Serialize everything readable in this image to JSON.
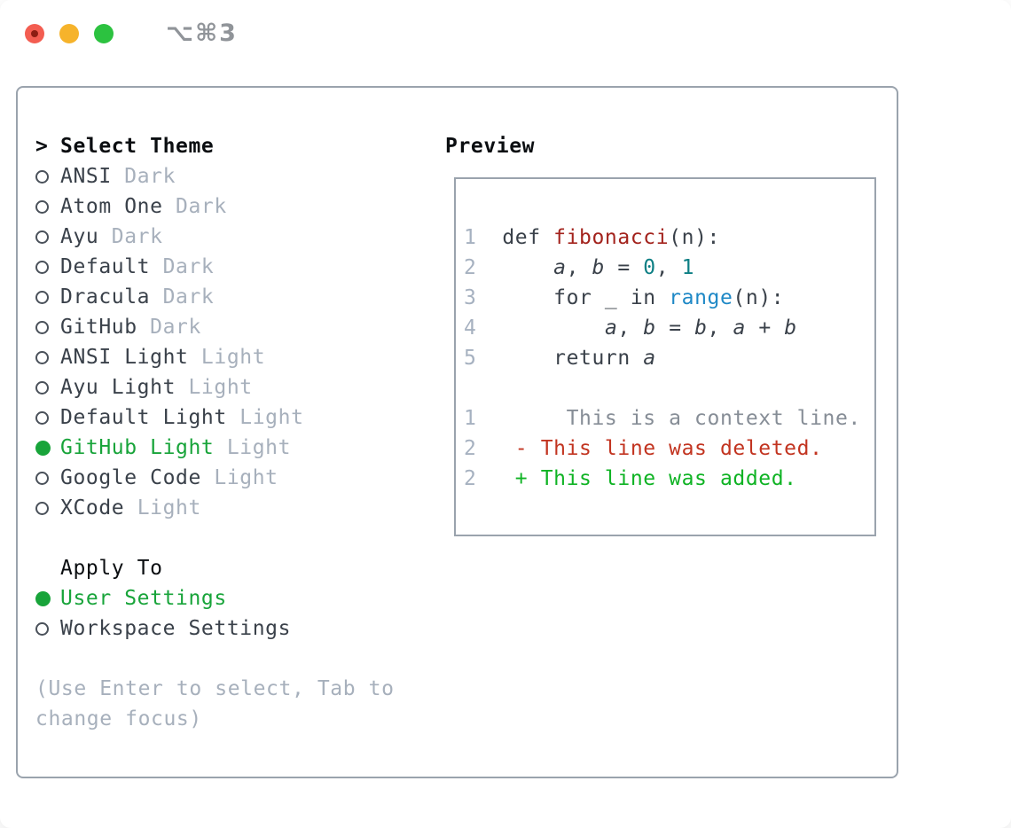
{
  "window": {
    "title": "⌥⌘3"
  },
  "colors": {
    "trafficRed": "#f35d51",
    "trafficRedDot": "#8c1d12",
    "trafficYellow": "#f6b32b",
    "trafficGreen": "#2cc240",
    "titleGray": "#909499",
    "borderGray": "#9aa3ad",
    "textDark": "#3a414a",
    "headerBlack": "#0b0e11",
    "mutedGray": "#a7b0bc",
    "circleOutline": "#4a515a",
    "selGreen": "#18a43a",
    "lineNum": "#a6b1c0",
    "funcRed": "#a3231d",
    "numTeal": "#0d7f84",
    "builtinBlue": "#1e88c6",
    "ctxGray": "#868d96",
    "delRed": "#c23420",
    "addGreen": "#0fb324"
  },
  "theme_list": {
    "cursor": ">",
    "header": "Select Theme",
    "items": [
      {
        "name": "ANSI",
        "variant": "Dark",
        "selected": false
      },
      {
        "name": "Atom One",
        "variant": "Dark",
        "selected": false
      },
      {
        "name": "Ayu",
        "variant": "Dark",
        "selected": false
      },
      {
        "name": "Default",
        "variant": "Dark",
        "selected": false
      },
      {
        "name": "Dracula",
        "variant": "Dark",
        "selected": false
      },
      {
        "name": "GitHub",
        "variant": "Dark",
        "selected": false
      },
      {
        "name": "ANSI Light",
        "variant": "Light",
        "selected": false
      },
      {
        "name": "Ayu Light",
        "variant": "Light",
        "selected": false
      },
      {
        "name": "Default Light",
        "variant": "Light",
        "selected": false
      },
      {
        "name": "GitHub Light",
        "variant": "Light",
        "selected": true
      },
      {
        "name": "Google Code",
        "variant": "Light",
        "selected": false
      },
      {
        "name": "XCode",
        "variant": "Light",
        "selected": false
      }
    ]
  },
  "apply_to": {
    "header": "Apply To",
    "items": [
      {
        "name": "User Settings",
        "selected": true
      },
      {
        "name": "Workspace Settings",
        "selected": false
      }
    ]
  },
  "help": {
    "line1": "(Use Enter to select, Tab to",
    "line2": "change focus)"
  },
  "preview": {
    "header": "Preview",
    "code_lines": [
      {
        "num": "1",
        "segs": [
          {
            "t": "  def ",
            "s": "plain"
          },
          {
            "t": "fibonacci",
            "s": "func"
          },
          {
            "t": "(n):",
            "s": "plain"
          }
        ]
      },
      {
        "num": "2",
        "segs": [
          {
            "t": "      ",
            "s": "plain"
          },
          {
            "t": "a",
            "s": "var"
          },
          {
            "t": ", ",
            "s": "plain"
          },
          {
            "t": "b",
            "s": "var"
          },
          {
            "t": " = ",
            "s": "plain"
          },
          {
            "t": "0",
            "s": "num"
          },
          {
            "t": ", ",
            "s": "plain"
          },
          {
            "t": "1",
            "s": "num"
          }
        ]
      },
      {
        "num": "3",
        "segs": [
          {
            "t": "      for _ in ",
            "s": "plain"
          },
          {
            "t": "range",
            "s": "builtin"
          },
          {
            "t": "(n):",
            "s": "plain"
          }
        ]
      },
      {
        "num": "4",
        "segs": [
          {
            "t": "          ",
            "s": "plain"
          },
          {
            "t": "a",
            "s": "var"
          },
          {
            "t": ", ",
            "s": "plain"
          },
          {
            "t": "b",
            "s": "var"
          },
          {
            "t": " = ",
            "s": "plain"
          },
          {
            "t": "b",
            "s": "var"
          },
          {
            "t": ", ",
            "s": "plain"
          },
          {
            "t": "a",
            "s": "var"
          },
          {
            "t": " + ",
            "s": "plain"
          },
          {
            "t": "b",
            "s": "var"
          }
        ]
      },
      {
        "num": "5",
        "segs": [
          {
            "t": "      return ",
            "s": "plain"
          },
          {
            "t": "a",
            "s": "var"
          }
        ]
      }
    ],
    "diff_lines": [
      {
        "num": "1",
        "segs": [
          {
            "t": "       This is a context line.",
            "s": "ctx"
          }
        ]
      },
      {
        "num": "2",
        "segs": [
          {
            "t": "   - This line was deleted.",
            "s": "del"
          }
        ]
      },
      {
        "num": "2",
        "segs": [
          {
            "t": "   + This line was added.",
            "s": "add"
          }
        ]
      }
    ]
  }
}
